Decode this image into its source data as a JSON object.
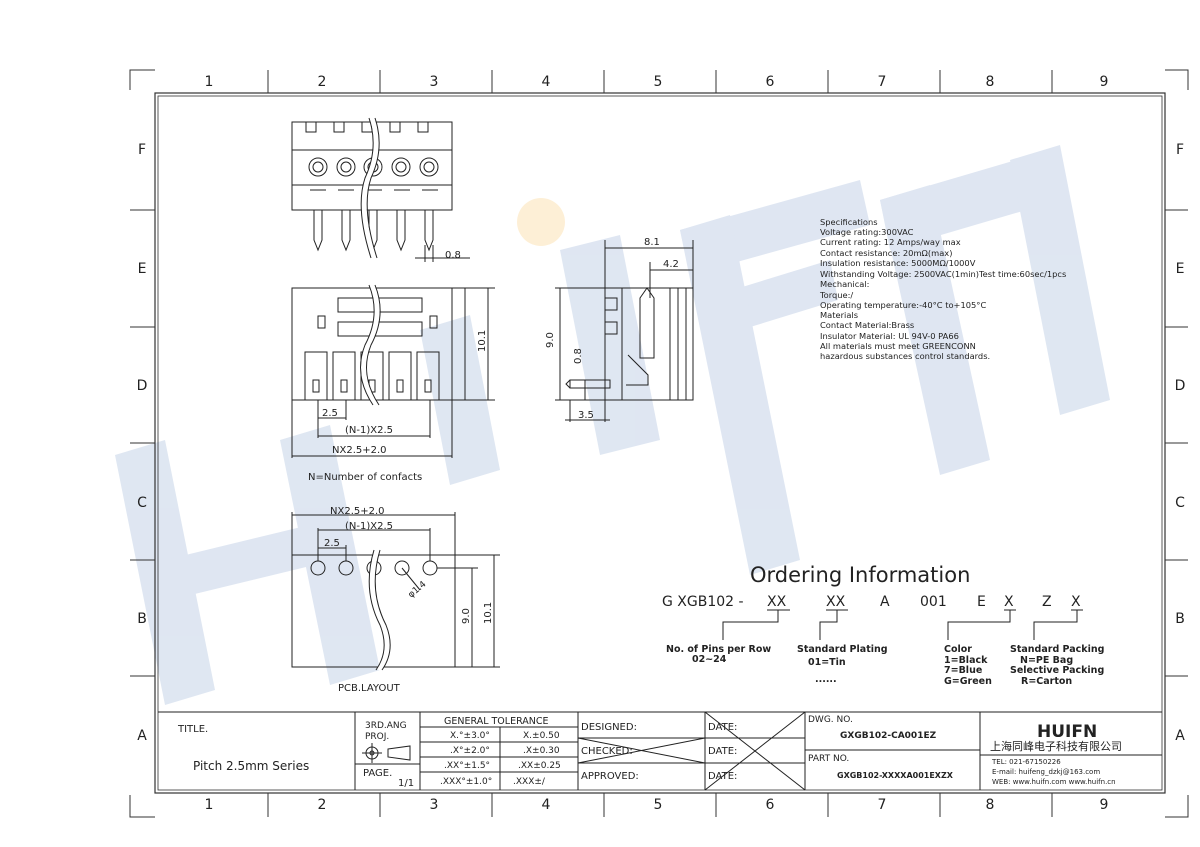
{
  "grid": {
    "columns": [
      "1",
      "2",
      "3",
      "4",
      "5",
      "6",
      "7",
      "8",
      "9"
    ],
    "rows": [
      "F",
      "E",
      "D",
      "C",
      "B",
      "A"
    ]
  },
  "watermark": {
    "text": "HUIFN",
    "color": "#c5d3e8",
    "dot_color": "#fde3b5"
  },
  "dimensions": {
    "pin_width": "0.8",
    "side_width": "8.1",
    "side_offset": "4.2",
    "height": "10.1",
    "side_height": "9.0",
    "side_small": "0.8",
    "side_bottom": "3.5",
    "pitch": "2.5",
    "span_pitch": "(N-1)X2.5",
    "total_width": "NX2.5+2.0",
    "note": "N=Number of confacts",
    "pcb_total": "NX2.5+2.0",
    "pcb_span": "(N-1)X2.5",
    "pcb_pitch": "2.5",
    "hole_dia": "φ1.4",
    "pcb_h1": "9.0",
    "pcb_h2": "10.1",
    "pcb_label": "PCB.LAYOUT"
  },
  "specifications": [
    "Specifications",
    "Voltage rating:300VAC",
    "Current rating: 12 Amps/way max",
    "Contact resistance: 20mΩ(max)",
    "Insulation resistance: 5000MΩ/1000V",
    "Withstanding Voltage: 2500VAC(1min)Test time:60sec/1pcs",
    "Mechanical:",
    "Torque:/",
    "Operating temperature:-40°C to+105°C",
    "Materials",
    "Contact Material:Brass",
    "Insulator Material: UL 94V-0 PA66",
    "All materials must meet GREENCONN",
    "hazardous substances control standards."
  ],
  "ordering": {
    "title": "Ordering Information",
    "code": [
      "G XGB102 -",
      "XX",
      "XX",
      "A",
      "001",
      "E",
      "X",
      "Z",
      "X"
    ],
    "pins_label": "No. of Pins per Row",
    "pins_range": "02~24",
    "plating_label": "Standard Plating",
    "plating_value": "01=Tin",
    "plating_more": "......",
    "color_label": "Color",
    "color_values": [
      "1=Black",
      "7=Blue",
      "G=Green"
    ],
    "packing_label": "Standard Packing",
    "packing_values": [
      "N=PE Bag",
      "Selective Packing",
      "R=Carton"
    ]
  },
  "title_block": {
    "title_label": "TITLE.",
    "title_value": "Pitch 2.5mm Series",
    "proj_label": "3RD.ANG\nPROJ.",
    "proj_l1": "3RD.ANG",
    "proj_l2": "PROJ.",
    "page_label": "PAGE.",
    "page_value": "1/1",
    "tolerance_header": "GENERAL TOLERANCE",
    "tolerances": [
      [
        "X.°±3.0°",
        "X.±0.50"
      ],
      [
        ".X°±2.0°",
        ".X±0.30"
      ],
      [
        ".XX°±1.5°",
        ".XX±0.25"
      ],
      [
        ".XXX°±1.0°",
        ".XXX±/"
      ]
    ],
    "designed": "DESIGNED:",
    "checked": "CHECKED:",
    "approved": "APPROVED:",
    "date": "DATE:",
    "dwg_label": "DWG. NO.",
    "dwg_value": "GXGB102-CA001EZ",
    "part_label": "PART NO.",
    "part_value": "GXGB102-XXXXA001EXZX",
    "company_logo": "HUIFN",
    "company_name": "上海同峰电子科技有限公司",
    "tel": "TEL: 021-67150226",
    "email": "E-mail: huifeng_dzkj@163.com",
    "web": "WEB: www.huifn.com  www.huifn.cn"
  }
}
